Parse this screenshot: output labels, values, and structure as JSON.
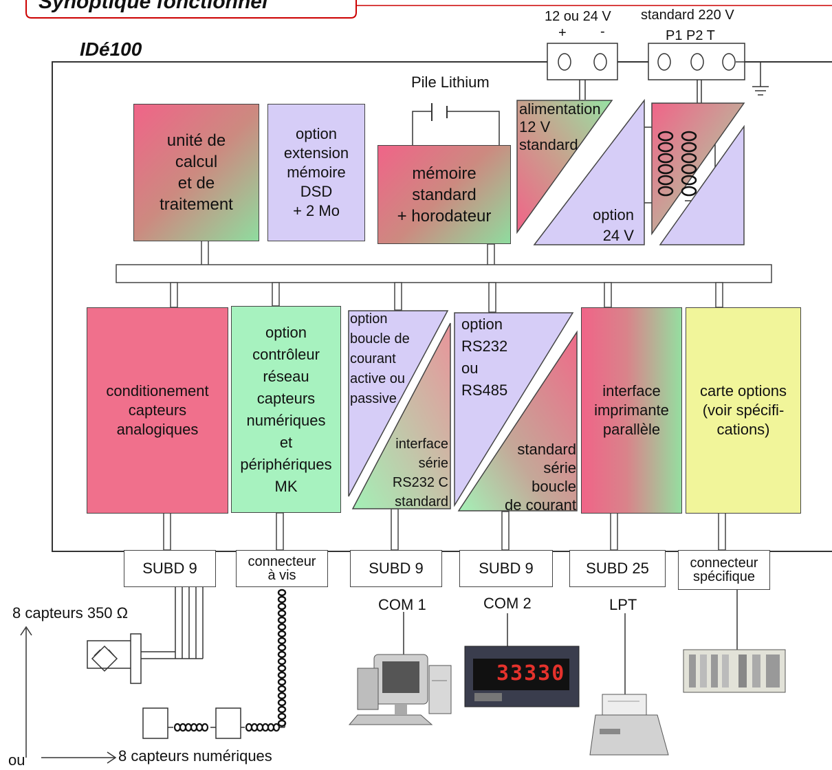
{
  "header": {
    "section_title": "Synoptique fonctionnel",
    "device_name": "IDé100"
  },
  "power": {
    "dc_label": "12 ou 24 V",
    "dc_plus": "+",
    "dc_minus": "-",
    "ac_label": "standard 220 V",
    "ac_pins": "P1 P2 T",
    "battery_label": "Pile Lithium"
  },
  "top_blocks": {
    "cpu": "unité de\ncalcul\net de\ntraitement",
    "mem_ext": "option\nextension\nmémoire\nDSD\n+ 2 Mo",
    "mem_std": "mémoire\nstandard\n+ horodateur",
    "psu_top": "alimentation\n12  V\nstandard",
    "psu_bottom": "option\n24 V"
  },
  "bottom_blocks": {
    "analog": "conditionement\ncapteurs\nanalogiques",
    "network": "option\ncontrôleur\nréseau\ncapteurs\nnumériques\net\npériphériques\nMK",
    "com1_top": "option\nboucle de\ncourant\nactive ou\npassive",
    "com1_bottom": "interface\nsérie\nRS232  C\nstandard",
    "com2_top": "option\nRS232\nou\nRS485",
    "com2_bottom": "standard\nsérie\nboucle\nde  courant",
    "printer": "interface\nimprimante\nparallèle",
    "options": "carte options\n(voir spécifi-\ncations)"
  },
  "connectors": {
    "c1": "SUBD 9",
    "c2": "connecteur\nà vis",
    "c3": "SUBD 9",
    "c4": "SUBD 9",
    "c5": "SUBD 25",
    "c6": "connecteur\nspécifique"
  },
  "ports": {
    "com1": "COM 1",
    "com2": "COM 2",
    "lpt": "LPT"
  },
  "sensors": {
    "analog": "8 capteurs 350 Ω",
    "or": "ou",
    "digital": "8 capteurs numériques"
  },
  "display_readout": "33330"
}
